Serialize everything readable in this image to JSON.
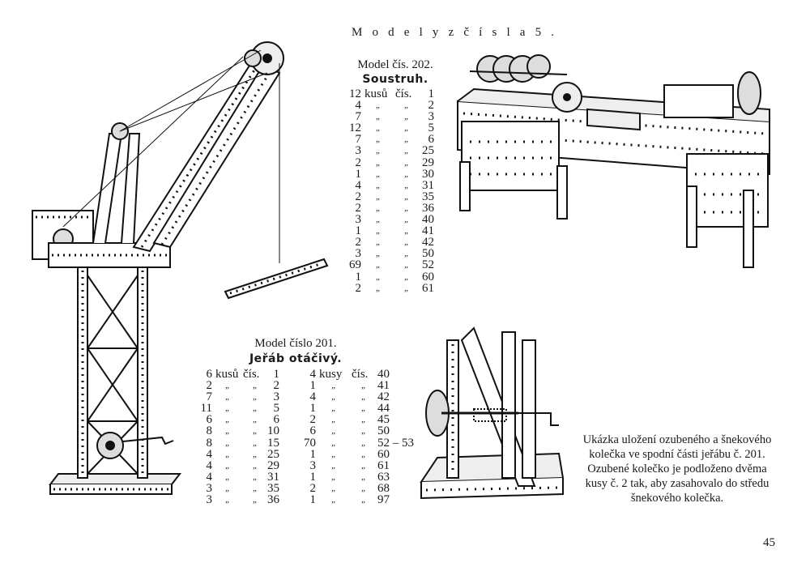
{
  "page_title": "M o d e l y  z  č í s l a  5 .",
  "page_number": "45",
  "model_202": {
    "heading": "Model čís. 202.",
    "name": "Soustruh.",
    "rows": [
      {
        "qty": "12",
        "unit": "kusů",
        "label": "čís.",
        "part": "1"
      },
      {
        "qty": "4",
        "unit": "„",
        "label": "„",
        "part": "2"
      },
      {
        "qty": "7",
        "unit": "„",
        "label": "„",
        "part": "3"
      },
      {
        "qty": "12",
        "unit": "„",
        "label": "„",
        "part": "5"
      },
      {
        "qty": "7",
        "unit": "„",
        "label": "„",
        "part": "6"
      },
      {
        "qty": "3",
        "unit": "„",
        "label": "„",
        "part": "25"
      },
      {
        "qty": "2",
        "unit": "„",
        "label": "„",
        "part": "29"
      },
      {
        "qty": "1",
        "unit": "„",
        "label": "„",
        "part": "30"
      },
      {
        "qty": "4",
        "unit": "„",
        "label": "„",
        "part": "31"
      },
      {
        "qty": "2",
        "unit": "„",
        "label": "„",
        "part": "35"
      },
      {
        "qty": "2",
        "unit": "„",
        "label": "„",
        "part": "36"
      },
      {
        "qty": "3",
        "unit": "„",
        "label": "„",
        "part": "40"
      },
      {
        "qty": "1",
        "unit": "„",
        "label": "„",
        "part": "41"
      },
      {
        "qty": "2",
        "unit": "„",
        "label": "„",
        "part": "42"
      },
      {
        "qty": "3",
        "unit": "„",
        "label": "„",
        "part": "50"
      },
      {
        "qty": "69",
        "unit": "„",
        "label": "„",
        "part": "52"
      },
      {
        "qty": "1",
        "unit": "„",
        "label": "„",
        "part": "60"
      },
      {
        "qty": "2",
        "unit": "„",
        "label": "„",
        "part": "61"
      }
    ]
  },
  "model_201": {
    "heading": "Model číslo 201.",
    "name": "Jeřáb otáčivý.",
    "rows": [
      {
        "qty": "6",
        "unit": "kusů",
        "label": "čís.",
        "part": "1",
        "qty2": "4",
        "unit2": "kusy",
        "label2": "čís.",
        "part2": "40"
      },
      {
        "qty": "2",
        "unit": "„",
        "label": "„",
        "part": "2",
        "qty2": "1",
        "unit2": "„",
        "label2": "„",
        "part2": "41"
      },
      {
        "qty": "7",
        "unit": "„",
        "label": "„",
        "part": "3",
        "qty2": "4",
        "unit2": "„",
        "label2": "„",
        "part2": "42"
      },
      {
        "qty": "11",
        "unit": "„",
        "label": "„",
        "part": "5",
        "qty2": "1",
        "unit2": "„",
        "label2": "„",
        "part2": "44"
      },
      {
        "qty": "6",
        "unit": "„",
        "label": "„",
        "part": "6",
        "qty2": "2",
        "unit2": "„",
        "label2": "„",
        "part2": "45"
      },
      {
        "qty": "8",
        "unit": "„",
        "label": "„",
        "part": "10",
        "qty2": "6",
        "unit2": "„",
        "label2": "„",
        "part2": "50"
      },
      {
        "qty": "8",
        "unit": "„",
        "label": "„",
        "part": "15",
        "qty2": "70",
        "unit2": "„",
        "label2": "„",
        "part2": "52 – 53"
      },
      {
        "qty": "4",
        "unit": "„",
        "label": "„",
        "part": "25",
        "qty2": "1",
        "unit2": "„",
        "label2": "„",
        "part2": "60"
      },
      {
        "qty": "4",
        "unit": "„",
        "label": "„",
        "part": "29",
        "qty2": "3",
        "unit2": "„",
        "label2": "„",
        "part2": "61"
      },
      {
        "qty": "4",
        "unit": "„",
        "label": "„",
        "part": "31",
        "qty2": "1",
        "unit2": "„",
        "label2": "„",
        "part2": "63"
      },
      {
        "qty": "3",
        "unit": "„",
        "label": "„",
        "part": "35",
        "qty2": "2",
        "unit2": "„",
        "label2": "„",
        "part2": "68"
      },
      {
        "qty": "3",
        "unit": "„",
        "label": "„",
        "part": "36",
        "qty2": "1",
        "unit2": "„",
        "label2": "„",
        "part2": "97"
      }
    ]
  },
  "caption": {
    "lines": [
      "Ukázka uložení ozubeného a šnekového",
      "kolečka ve spodní části jeřábu č. 201.",
      "Ozubené kolečko je podloženo dvěma",
      "kusy č. 2 tak, aby zasahovalo do středu",
      "šnekového kolečka."
    ]
  }
}
